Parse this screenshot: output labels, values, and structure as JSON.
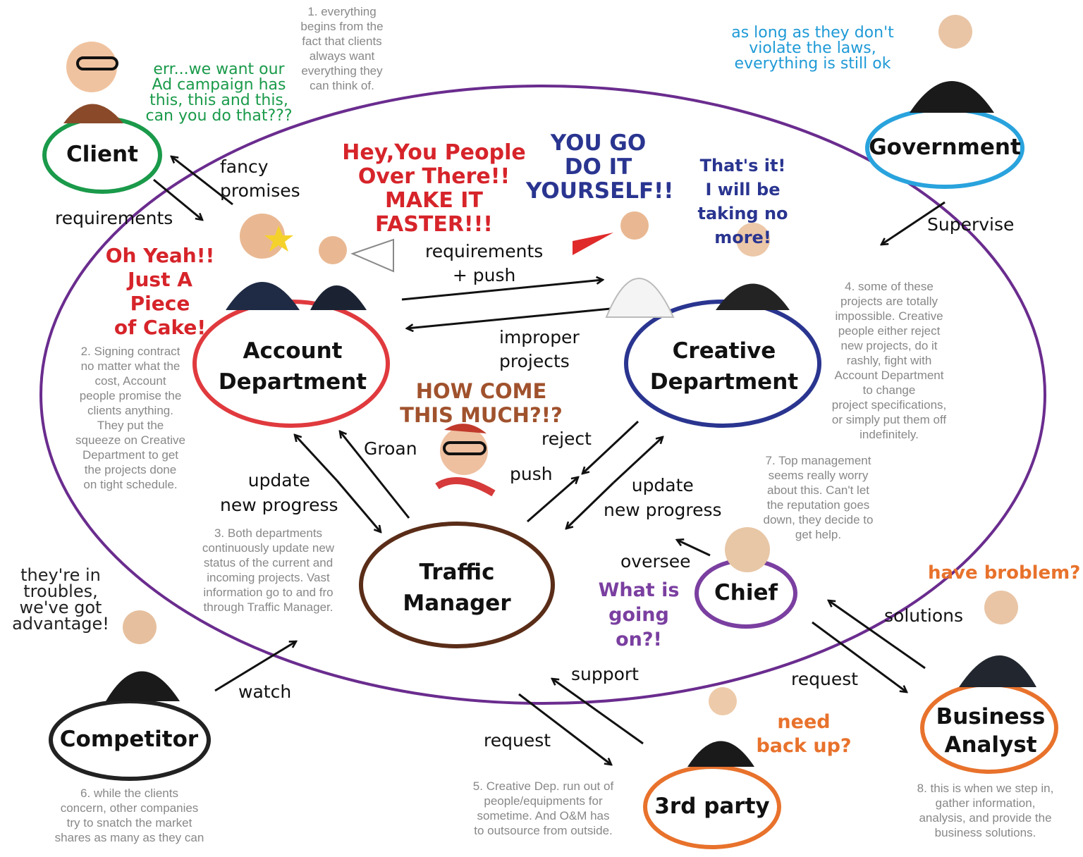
{
  "colors": {
    "main_ellipse": "#6a2c8e",
    "client": "#1a9a4a",
    "government": "#29a3dd",
    "account": "#e03a3e",
    "creative": "#2a3590",
    "traffic": "#5a2d18",
    "chief": "#7a3fa0",
    "competitor": "#222222",
    "third_party": "#e8722c",
    "business_analyst": "#e8722c",
    "quote_green": "#1a9a4a",
    "quote_blue": "#1f9ad6",
    "quote_red": "#d6242a",
    "quote_navy": "#2a3590",
    "quote_brown": "#a0522d",
    "quote_purple": "#7a3fa0",
    "quote_orange": "#e8722c",
    "note_gray": "#888888"
  },
  "nodes": {
    "client": "Client",
    "government": "Government",
    "account": "Account\nDepartment",
    "creative": "Creative\nDepartment",
    "traffic": "Traffic\nManager",
    "chief": "Chief",
    "competitor": "Competitor",
    "third_party": "3rd party",
    "business_analyst": "Business\nAnalyst"
  },
  "edge_labels": {
    "fancy_promises": "fancy\npromises",
    "requirements": "requirements",
    "requirements_push": "requirements\n+ push",
    "improper_projects": "improper\nprojects",
    "supervise": "Supervise",
    "groan": "Groan",
    "update_left": "update\nnew progress",
    "reject": "reject",
    "push": "push",
    "update_right": "update\nnew progress",
    "oversee": "oversee",
    "solutions": "solutions",
    "request_ba": "request",
    "watch": "watch",
    "support": "support",
    "request_3rd": "request"
  },
  "quotes": {
    "client": "err...we want our\nAd campaign has\nthis, this and this,\ncan you do that???",
    "government": "as long as they don't\nviolate the laws,\neverything is still ok",
    "account_boss": "Hey,You People\nOver There!!\nMAKE IT\nFASTER!!!",
    "account_staff": "Oh Yeah!!\nJust A\nPiece\nof Cake!",
    "creative_boss": "YOU GO\nDO IT\nYOURSELF!!",
    "creative_staff": "That's it!\nI will be\ntaking no more!",
    "traffic": "HOW COME\nTHIS MUCH?!?",
    "chief": "What is\ngoing on?!",
    "competitor": "they're in\ntroubles,\nwe've got\nadvantage!",
    "business_analyst": "have broblem?",
    "third_party": "need\nback up?"
  },
  "notes": {
    "n1": "1. everything\nbegins from the\nfact that clients\nalways want\neverything they\ncan think of.",
    "n2": "2. Signing contract\nno matter what the\ncost, Account\npeople promise the\nclients anything.\nThey put the\nsqueeze on Creative\nDepartment to get\nthe projects done\non tight schedule.",
    "n3": "3. Both departments\ncontinuously update new\nstatus of the current and\nincoming projects. Vast\ninformation go to and fro\nthrough Traffic Manager.",
    "n4": "4. some of these\nprojects are totally\nimpossible. Creative\npeople either reject\nnew projects, do it\nrashly, fight with\nAccount Department\nto change\nproject specifications,\nor simply put them off\nindefinitely.",
    "n5": "5. Creative Dep. run out of\npeople/equipments for\nsometime. And O&M has\nto outsource from outside.",
    "n6": "6. while the clients\nconcern, other companies\ntry to snatch the market\nshares as many as they can",
    "n7": "7. Top management\nseems really worry\nabout this. Can't let\nthe reputation goes\ndown, they decide to\nget help.",
    "n8": "8. this is when we step in,\ngather information,\nanalysis, and provide the\nbusiness solutions."
  }
}
